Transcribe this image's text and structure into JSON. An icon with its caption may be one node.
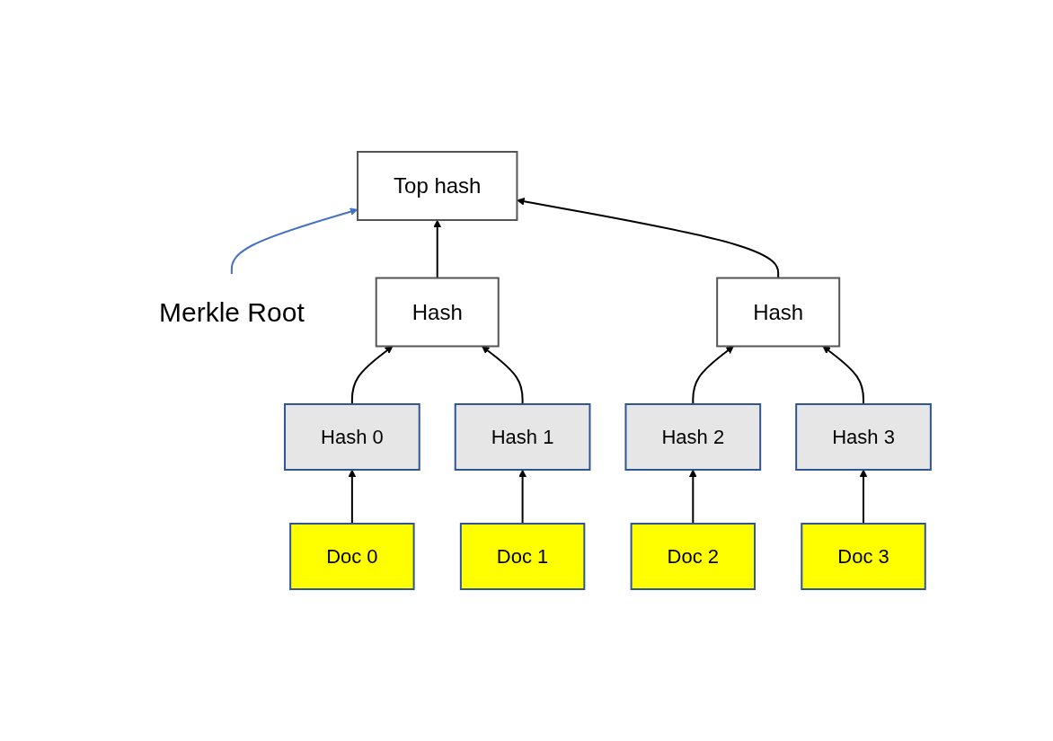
{
  "diagram": {
    "nodes": [
      {
        "text": [
          "Merkle Root"
        ]
      },
      {
        "text": [
          "Top hash"
        ]
      },
      {
        "text": [
          "Hash"
        ]
      },
      {
        "text": [
          "Hash"
        ]
      },
      {
        "text": [
          "Hash 0"
        ]
      },
      {
        "text": [
          "Hash 1"
        ]
      },
      {
        "text": [
          "Hash 2"
        ]
      },
      {
        "text": [
          "Hash 3"
        ]
      },
      {
        "text": [
          "Doc 0"
        ]
      },
      {
        "text": [
          "Doc 1"
        ]
      },
      {
        "text": [
          "Doc 2"
        ]
      },
      {
        "text": [
          "Doc 3"
        ]
      }
    ],
    "edges": [
      {
        "from": 0,
        "to": 1,
        "arrow": "to",
        "color": "#4472c4"
      },
      {
        "from": 2,
        "to": 1,
        "arrow": "to"
      },
      {
        "from": 3,
        "to": 1,
        "arrow": "to"
      },
      {
        "from": 4,
        "to": 2,
        "arrow": "to"
      },
      {
        "from": 5,
        "to": 2,
        "arrow": "to"
      },
      {
        "from": 6,
        "to": 3,
        "arrow": "to"
      },
      {
        "from": 7,
        "to": 3,
        "arrow": "to"
      },
      {
        "from": 8,
        "to": 4,
        "arrow": "to"
      },
      {
        "from": 9,
        "to": 5,
        "arrow": "to"
      },
      {
        "from": 10,
        "to": 6,
        "arrow": "to"
      },
      {
        "from": 11,
        "to": 7,
        "arrow": "to"
      }
    ]
  }
}
